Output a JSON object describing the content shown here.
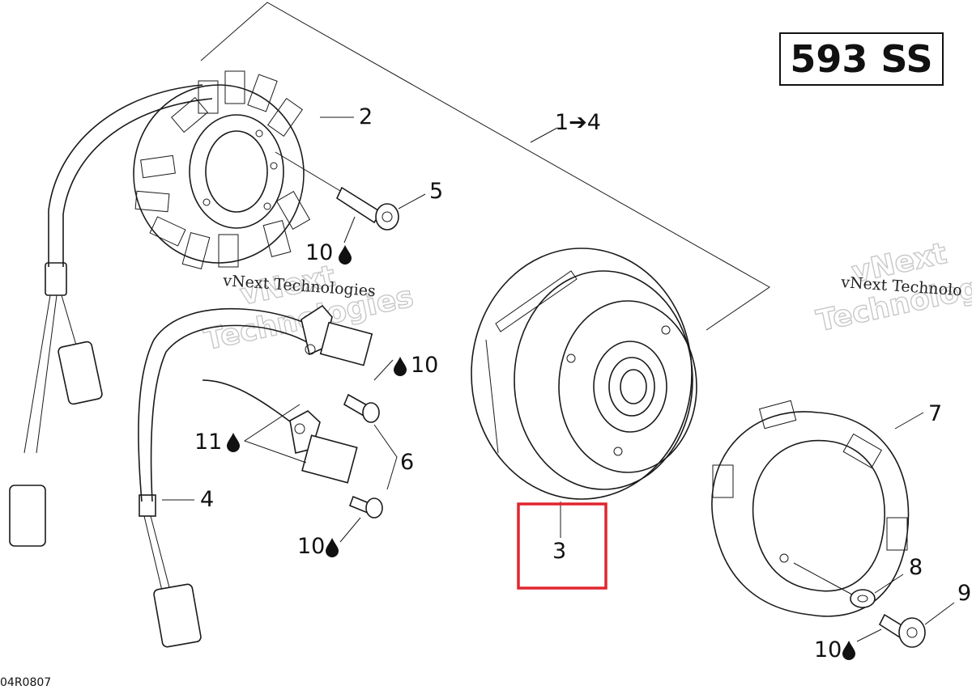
{
  "model": "593 SS",
  "diagram_code": "04R0807",
  "watermark": {
    "line1": "vNext",
    "line2": "Technologies",
    "small": "vNext Technologies",
    "small_right": "vNext Technolo"
  },
  "callouts": {
    "c1": "1➔4",
    "c2": "2",
    "c3": "3",
    "c4": "4",
    "c5": "5",
    "c6": "6",
    "c7": "7",
    "c8": "8",
    "c9": "9",
    "c10a": "10",
    "c10b": "10",
    "c10c": "10",
    "c10d": "10",
    "c11": "11"
  },
  "highlight_color": "#e0262e"
}
